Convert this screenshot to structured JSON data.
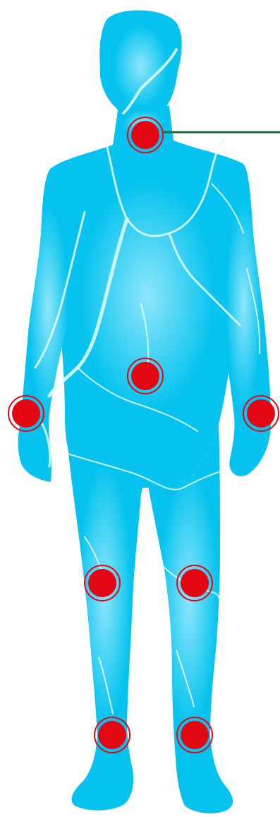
{
  "diagram": {
    "body_color": "#05c3ee",
    "body_highlight_color": "#8fe6fb",
    "lightning_color": "#e6fbff",
    "marker_fill_color": "#e30613",
    "marker_ring_color": "#e30613",
    "leader_line_color": "#1e6b3a",
    "markers": [
      {
        "id": "neck",
        "icon": "joint-marker"
      },
      {
        "id": "abdomen",
        "icon": "joint-marker"
      },
      {
        "id": "right-wrist",
        "icon": "joint-marker"
      },
      {
        "id": "left-wrist",
        "icon": "joint-marker"
      },
      {
        "id": "right-knee",
        "icon": "joint-marker"
      },
      {
        "id": "left-knee",
        "icon": "joint-marker"
      },
      {
        "id": "right-ankle",
        "icon": "joint-marker"
      },
      {
        "id": "left-ankle",
        "icon": "joint-marker"
      }
    ]
  }
}
